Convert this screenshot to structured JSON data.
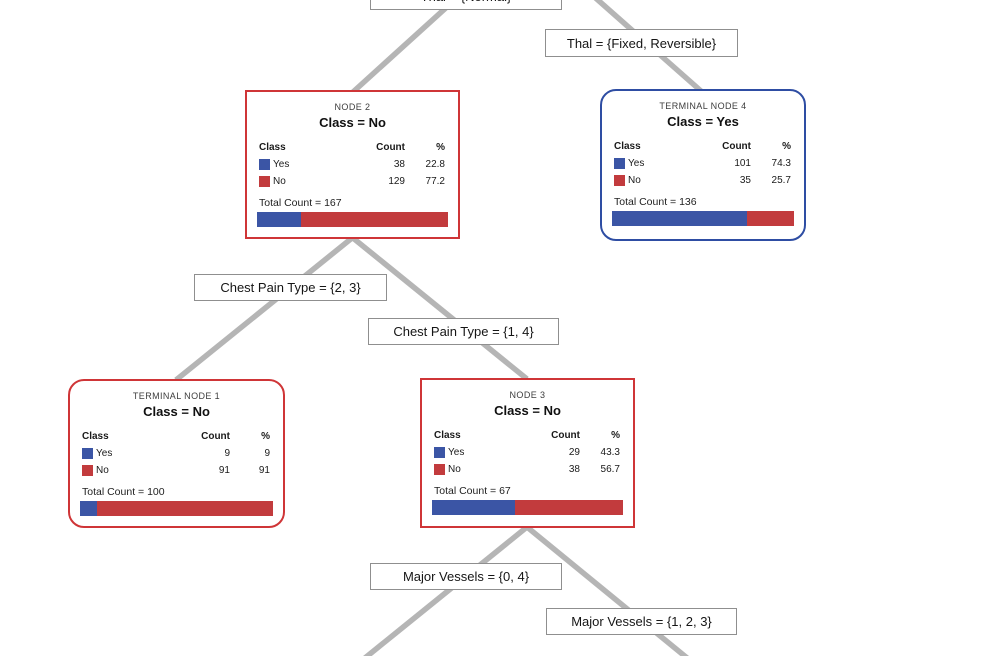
{
  "colors": {
    "yes_blue": "#3b55a5",
    "no_red": "#c23b3d",
    "red_border": "#cf3537",
    "blue_border": "#2e4da3",
    "edge_line": "#b5b5b5",
    "label_border": "#8f8f8f"
  },
  "table_headers": {
    "class": "Class",
    "count": "Count",
    "pct": "%"
  },
  "edge_labels": {
    "thal_normal": "Thal = {Normal}",
    "thal_fixed_reversible": "Thal = {Fixed, Reversible}",
    "chest_pain_23": "Chest Pain Type = {2, 3}",
    "chest_pain_14": "Chest Pain Type = {1, 4}",
    "major_vessels_04": "Major Vessels = {0, 4}",
    "major_vessels_123": "Major Vessels = {1, 2, 3}"
  },
  "nodes": [
    {
      "title": "NODE 2",
      "class_label": "Class = No",
      "rows": [
        {
          "label": "Yes",
          "count": "38",
          "pct": "22.8"
        },
        {
          "label": "No",
          "count": "129",
          "pct": "77.2"
        }
      ],
      "total": "Total Count = 167",
      "yes_pct": 22.8
    },
    {
      "title": "TERMINAL NODE 4",
      "class_label": "Class = Yes",
      "rows": [
        {
          "label": "Yes",
          "count": "101",
          "pct": "74.3"
        },
        {
          "label": "No",
          "count": "35",
          "pct": "25.7"
        }
      ],
      "total": "Total Count = 136",
      "yes_pct": 74.3
    },
    {
      "title": "TERMINAL NODE 1",
      "class_label": "Class = No",
      "rows": [
        {
          "label": "Yes",
          "count": "9",
          "pct": "9"
        },
        {
          "label": "No",
          "count": "91",
          "pct": "91"
        }
      ],
      "total": "Total Count = 100",
      "yes_pct": 9
    },
    {
      "title": "NODE 3",
      "class_label": "Class = No",
      "rows": [
        {
          "label": "Yes",
          "count": "29",
          "pct": "43.3"
        },
        {
          "label": "No",
          "count": "38",
          "pct": "56.7"
        }
      ],
      "total": "Total Count = 67",
      "yes_pct": 43.3
    }
  ]
}
